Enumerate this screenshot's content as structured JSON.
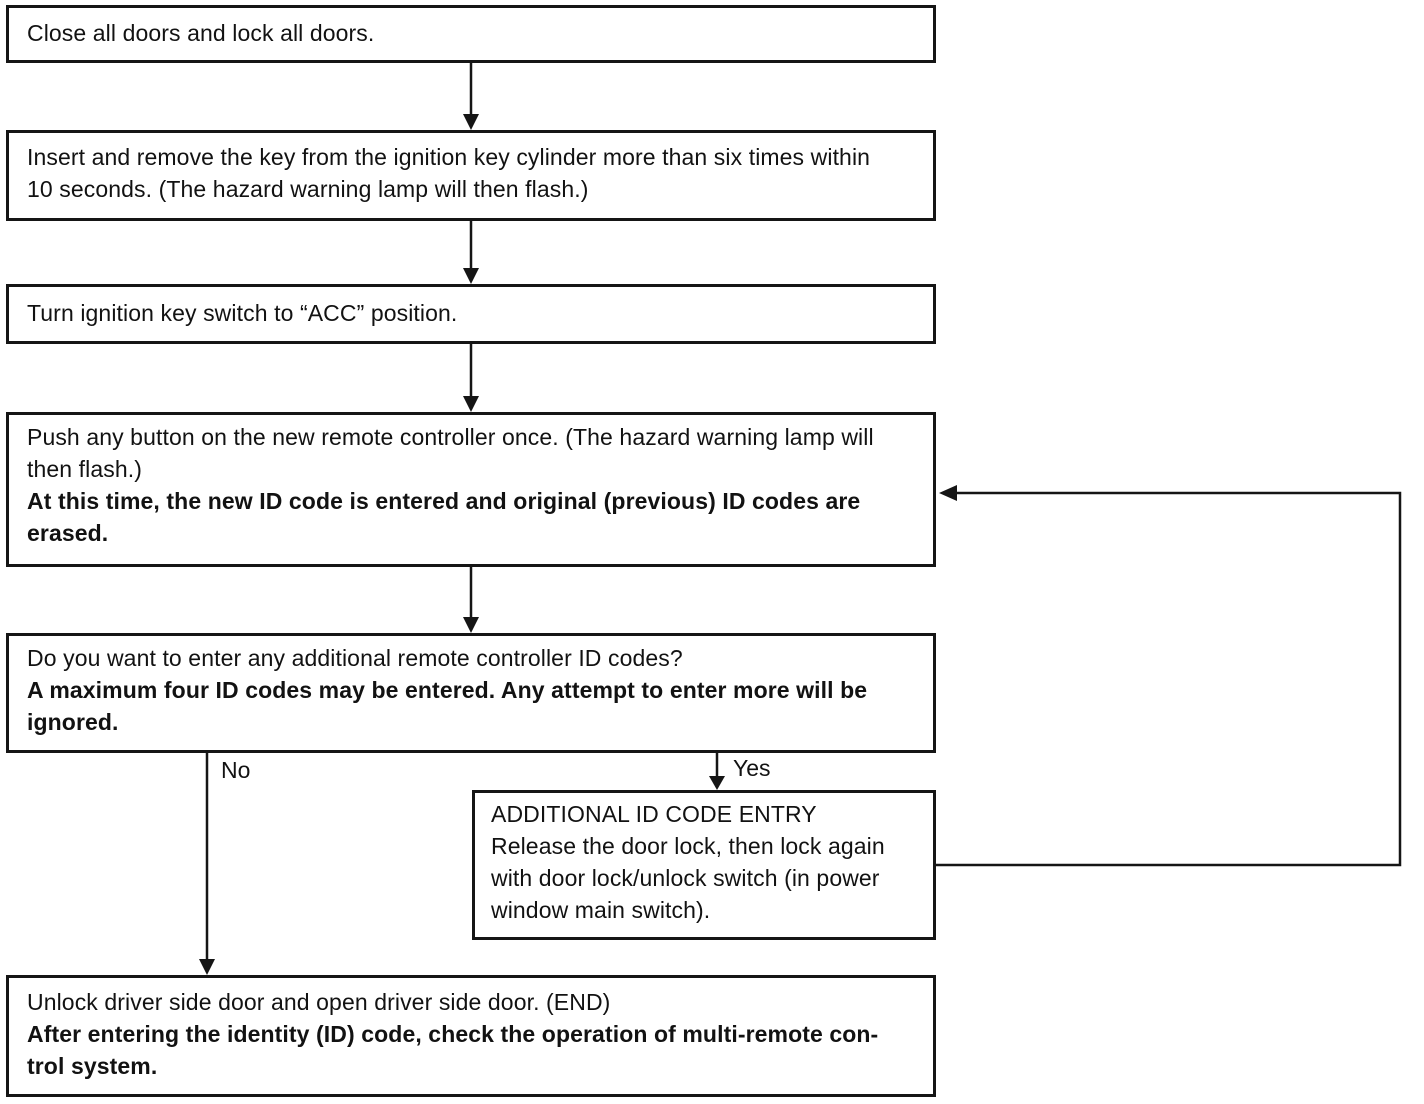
{
  "diagram": {
    "type": "flowchart",
    "colors": {
      "ink": "#151515",
      "background": "#ffffff"
    },
    "branch_labels": {
      "no": "No",
      "yes": "Yes"
    },
    "boxes": {
      "close_doors": {
        "lines": [
          "Close all doors and lock all doors."
        ]
      },
      "insert_key": {
        "lines": [
          "Insert and remove the key from the ignition key cylinder more than six times within",
          "10 seconds. (The hazard warning lamp will then flash.)"
        ]
      },
      "turn_ignition": {
        "lines": [
          "Turn ignition key switch to “ACC” position."
        ]
      },
      "push_button": {
        "lines": [
          "Push any button on the new remote controller once. (The hazard warning lamp will",
          "then flash.)",
          "At this time, the new ID code is entered and original (previous) ID codes are",
          "erased."
        ]
      },
      "additional_question": {
        "lines": [
          "Do you want to enter any additional remote controller ID codes?",
          "A maximum four ID codes may be entered. Any attempt to enter more will be",
          "ignored."
        ]
      },
      "additional_entry": {
        "lines": [
          "ADDITIONAL ID CODE ENTRY",
          "Release the door lock, then lock again",
          "with door lock/unlock switch (in power",
          "window main switch)."
        ]
      },
      "unlock_door": {
        "lines": [
          "Unlock driver side door and open driver side door. (END)",
          "After entering the identity (ID) code, check the operation of multi-remote con-",
          "trol system."
        ]
      }
    }
  }
}
